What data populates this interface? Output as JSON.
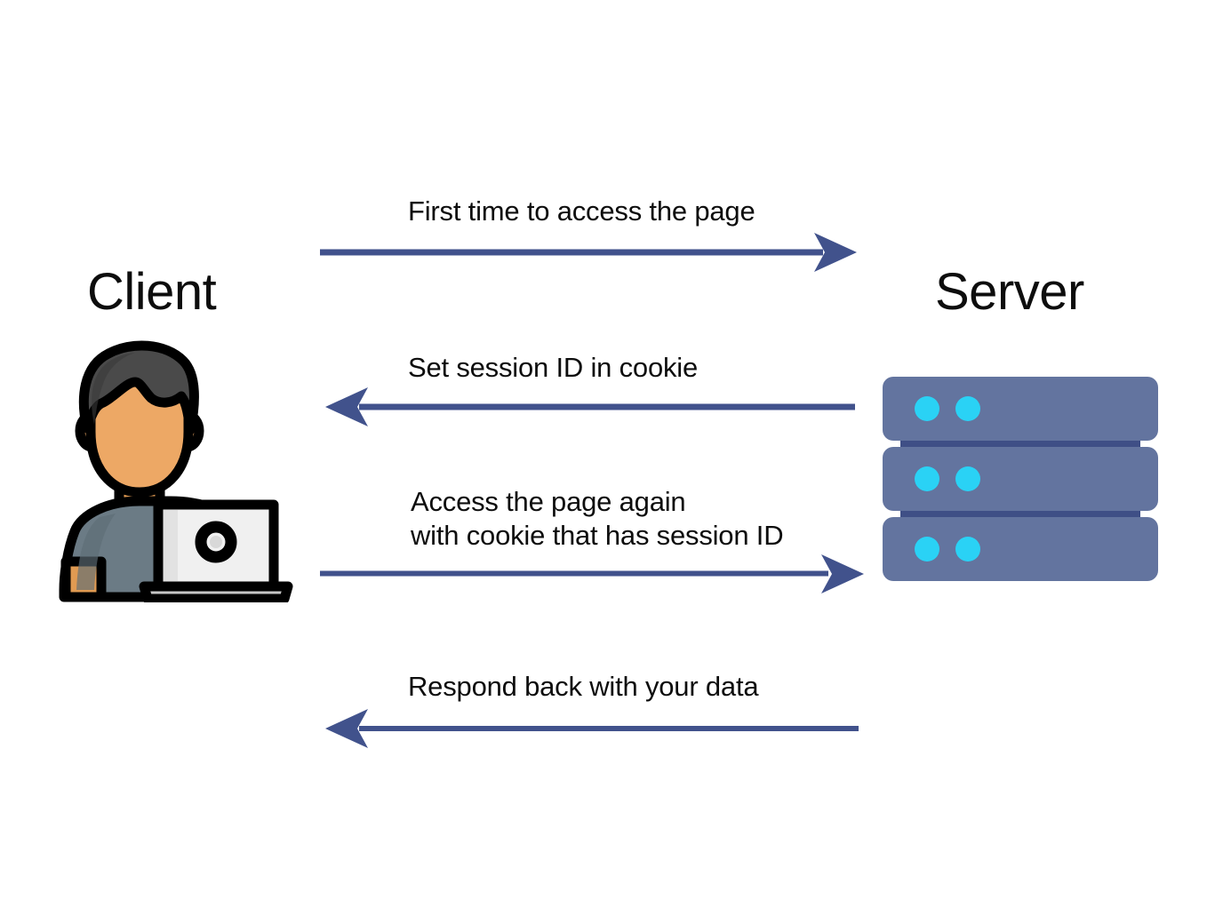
{
  "diagram": {
    "type": "sequence-diagram",
    "title": "Client-server session cookie exchange",
    "background_color": "#ffffff",
    "arrow_color": "#41528c",
    "text_color": "#0d0d0d"
  },
  "nodes": [
    {
      "id": "client",
      "label": "Client",
      "icon": "person-with-laptop-icon",
      "side": "left",
      "colors": {
        "skin": "#eda865",
        "skin_shade": "#e09a52",
        "hair": "#4a4a4a",
        "hair_shade": "#3b3b3b",
        "shirt": "#6b7b85",
        "shirt_shade": "#5d6d77",
        "laptop_screen": "#f0f0f0",
        "laptop_base": "#c6c6c6",
        "outline": "#000000"
      }
    },
    {
      "id": "server",
      "label": "Server",
      "icon": "server-rack-icon",
      "side": "right",
      "rack_count": 3,
      "leds_per_rack": 2,
      "colors": {
        "rack": "#63749f",
        "connector": "#3f4f86",
        "led": "#2ad2f5"
      }
    }
  ],
  "messages": [
    {
      "index": 1,
      "label": "First time to access the page",
      "direction": "client-to-server",
      "from": "client",
      "to": "server"
    },
    {
      "index": 2,
      "label": "Set session ID in cookie",
      "direction": "server-to-client",
      "from": "server",
      "to": "client"
    },
    {
      "index": 3,
      "label": "Access the page again\nwith cookie that has session ID",
      "direction": "client-to-server",
      "from": "client",
      "to": "server"
    },
    {
      "index": 4,
      "label": "Respond back with your data",
      "direction": "server-to-client",
      "from": "server",
      "to": "client"
    }
  ]
}
